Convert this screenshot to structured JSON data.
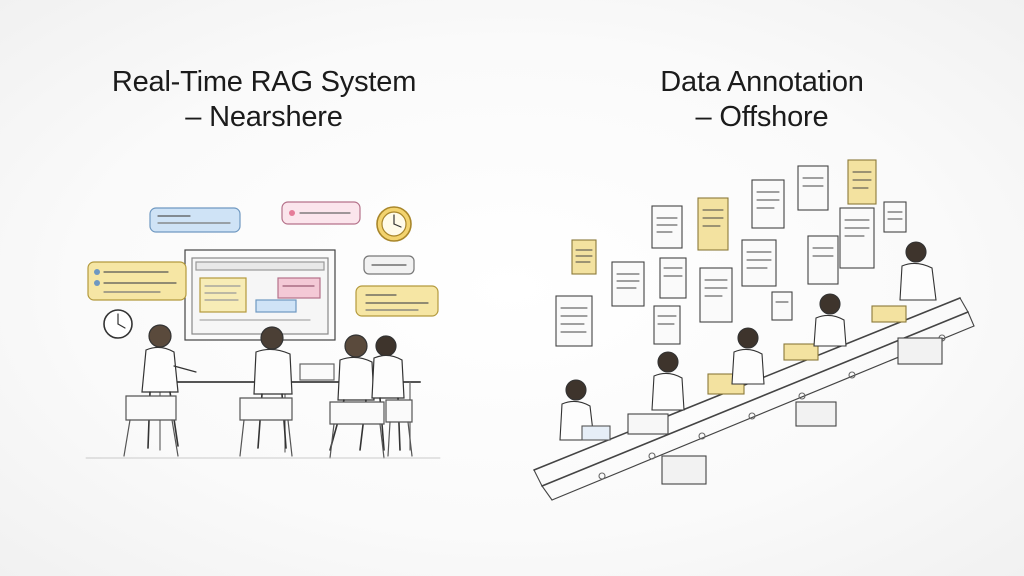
{
  "left_panel": {
    "title_line1": "Real-Time RAG System",
    "title_line2": "– Nearshere",
    "illustration": "team-collaboration-sketch",
    "accent_colors": {
      "chat_blue": "#cfe3f6",
      "chat_yellow": "#f6e6a4",
      "chat_pink": "#f4c9d6",
      "clock_gold": "#e8c14a"
    }
  },
  "right_panel": {
    "title_line1": "Data Annotation",
    "title_line2": "– Offshore",
    "illustration": "conveyor-belt-annotation-sketch",
    "accent_colors": {
      "document_yellow": "#f3e2a0",
      "ink": "#3a3a3a"
    }
  }
}
